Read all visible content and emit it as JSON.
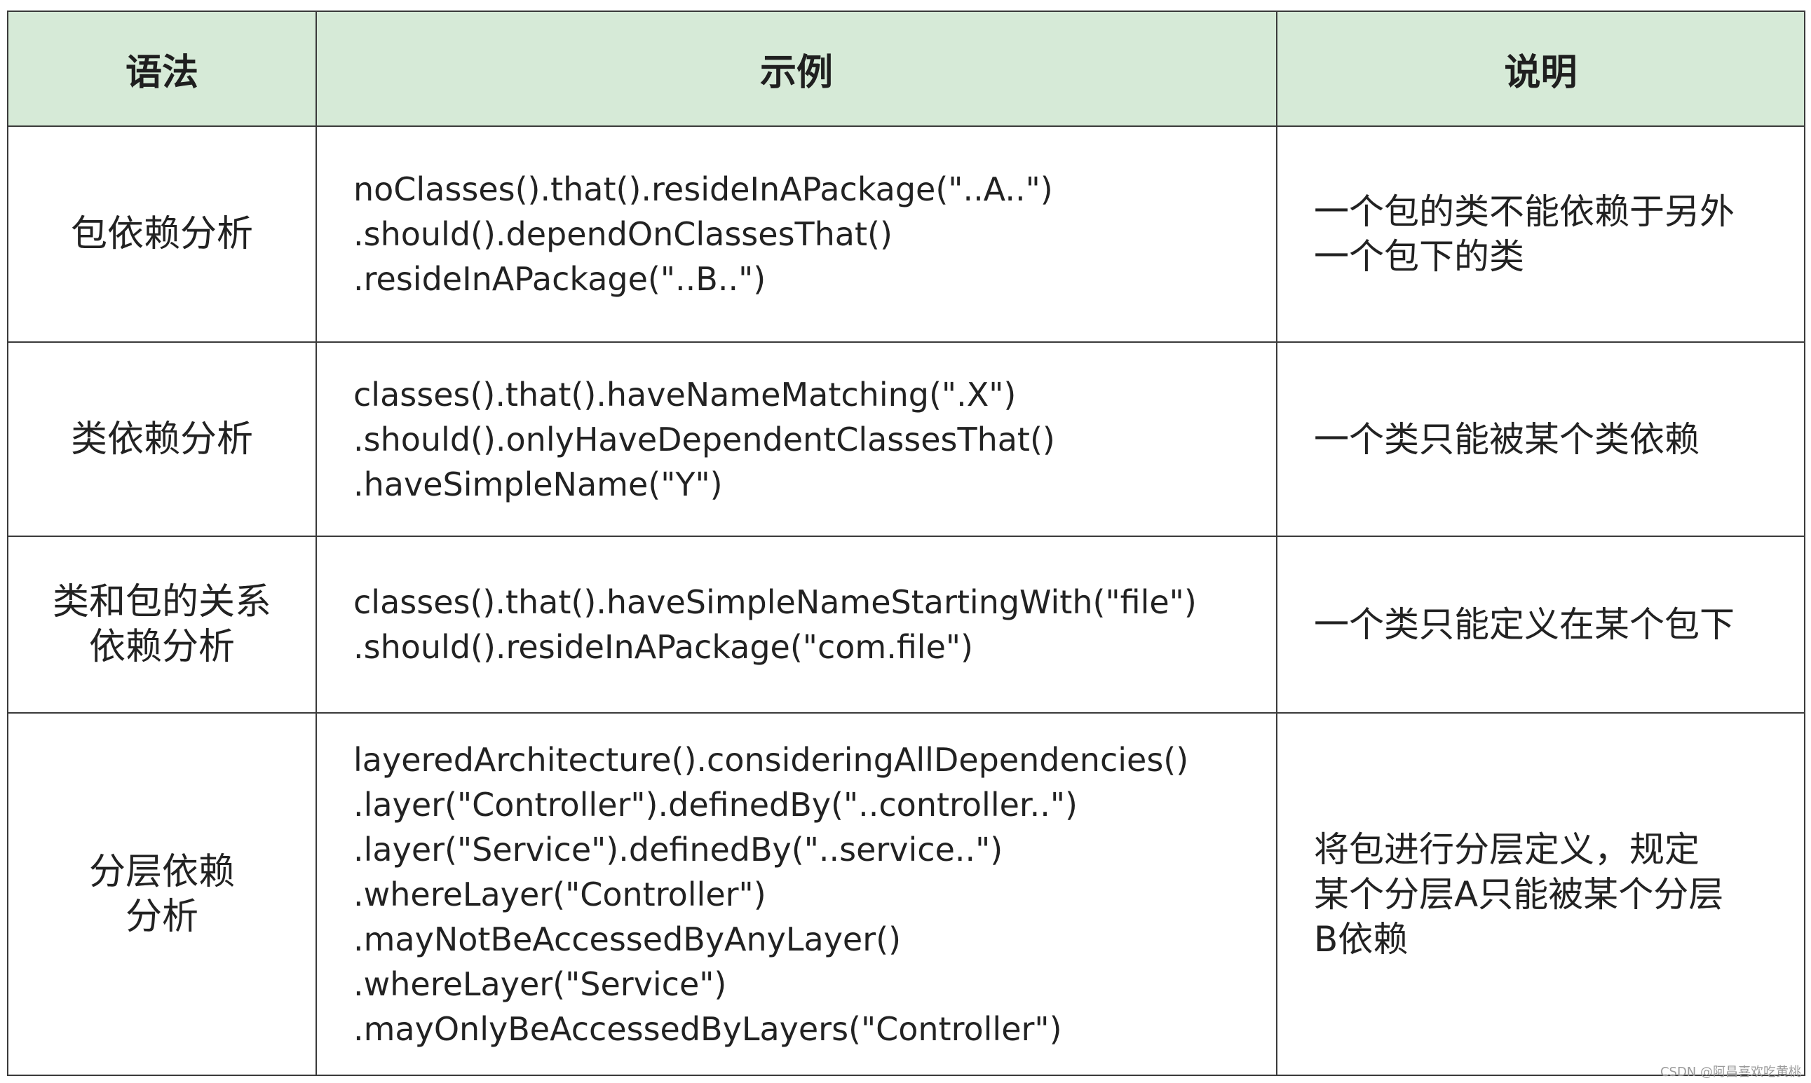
{
  "table": {
    "headers": [
      "语法",
      "示例",
      "说明"
    ],
    "rows": [
      {
        "syntax": [
          "包依赖分析"
        ],
        "example": [
          "noClasses().that().resideInAPackage(\"..A..\")",
          ".should().dependOnClassesThat()",
          ".resideInAPackage(\"..B..\")"
        ],
        "desc": [
          "一个包的类不能依赖于另外",
          "一个包下的类"
        ]
      },
      {
        "syntax": [
          "类依赖分析"
        ],
        "example": [
          "classes().that().haveNameMatching(\".X\")",
          ".should().onlyHaveDependentClassesThat()",
          ".haveSimpleName(\"Y\")"
        ],
        "desc": [
          "一个类只能被某个类依赖"
        ]
      },
      {
        "syntax": [
          "类和包的关系",
          "依赖分析"
        ],
        "example": [
          "classes().that().haveSimpleNameStartingWith(\"file\")",
          ".should().resideInAPackage(\"com.file\")"
        ],
        "desc": [
          "一个类只能定义在某个包下"
        ]
      },
      {
        "syntax": [
          "分层依赖",
          "分析"
        ],
        "example": [
          "layeredArchitecture().consideringAllDependencies()",
          ".layer(\"Controller\").definedBy(\"..controller..\")",
          ".layer(\"Service\").definedBy(\"..service..\")",
          ".whereLayer(\"Controller\")",
          ".mayNotBeAccessedByAnyLayer()",
          ".whereLayer(\"Service\")",
          ".mayOnlyBeAccessedByLayers(\"Controller\")"
        ],
        "desc": [
          "将包进行分层定义，规定",
          "某个分层A只能被某个分层",
          "B依赖"
        ]
      }
    ]
  },
  "watermark": "CSDN @阿昌喜欢吃黄桃",
  "colors": {
    "header_bg": "#d6ead7",
    "border": "#3a3a3a",
    "text": "#222222"
  }
}
